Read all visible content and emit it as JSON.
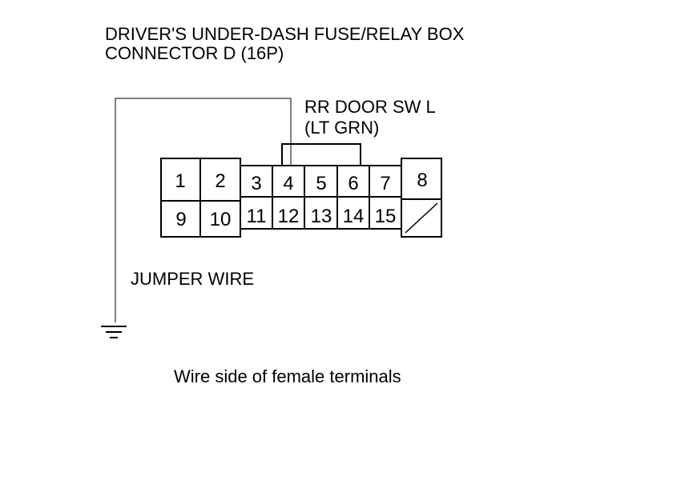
{
  "title": {
    "line1": "DRIVER'S UNDER-DASH FUSE/RELAY BOX",
    "line2": "CONNECTOR D (16P)"
  },
  "wire_label": {
    "line1": "RR DOOR SW L",
    "line2": "(LT GRN)"
  },
  "jumper_label": "JUMPER WIRE",
  "caption": "Wire side of female terminals",
  "connector": {
    "top_row": [
      "1",
      "2",
      "3",
      "4",
      "5",
      "6",
      "7",
      "8"
    ],
    "bottom_row": [
      "9",
      "10",
      "11",
      "12",
      "13",
      "14",
      "15"
    ],
    "probed_terminal": "4"
  },
  "icons": {
    "ground": "ground-symbol-icon",
    "empty_cavity": "empty-cavity-icon"
  }
}
